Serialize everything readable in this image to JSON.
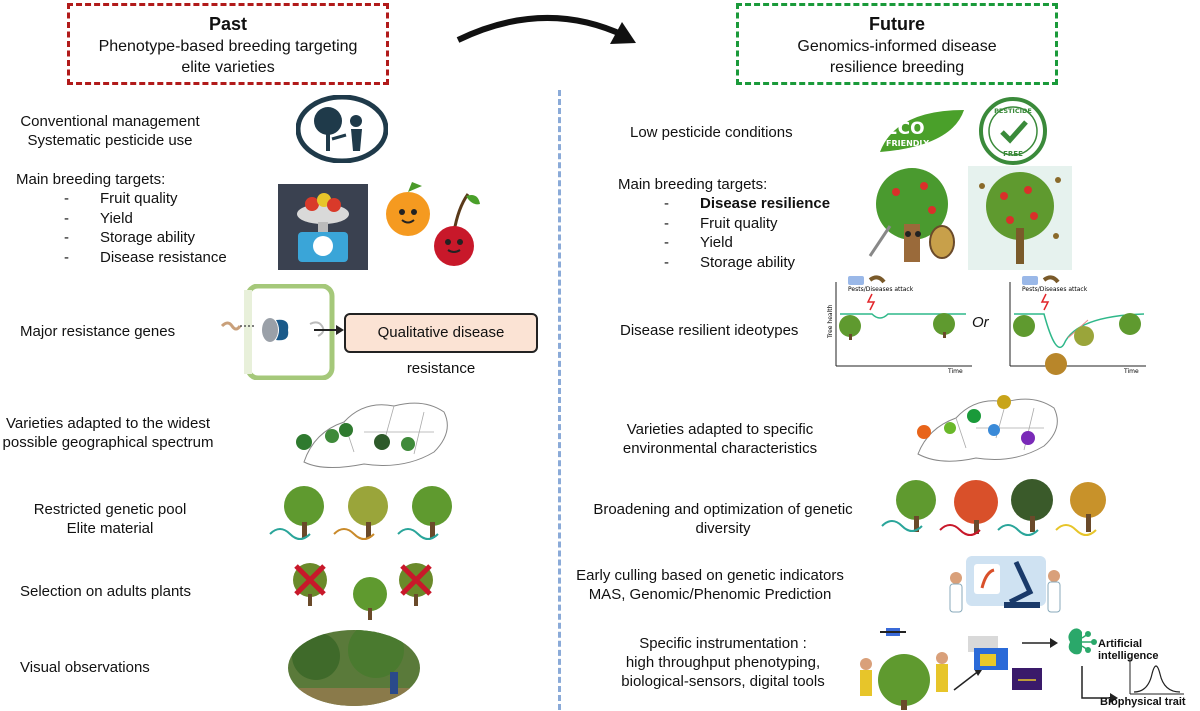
{
  "past": {
    "title": "Past",
    "subtitle": "Phenotype-based breeding targeting elite varieties",
    "rows": {
      "management": [
        "Conventional management",
        "Systematic pesticide use"
      ],
      "targets_heading": "Main breeding targets:",
      "targets": [
        "Fruit quality",
        "Yield",
        "Storage ability",
        "Disease resistance"
      ],
      "genes": "Major resistance genes",
      "qualitative": "Qualitative disease resistance",
      "geography": [
        "Varieties adapted to the widest",
        "possible geographical spectrum"
      ],
      "pool": [
        "Restricted genetic pool",
        "Elite material"
      ],
      "selection": "Selection on adults plants",
      "observation": "Visual observations"
    }
  },
  "future": {
    "title": "Future",
    "subtitle": "Genomics-informed disease resilience breeding",
    "rows": {
      "pesticide": "Low pesticide conditions",
      "eco_badge": [
        "ECO",
        "FRIENDLY"
      ],
      "pesticide_free_badge": [
        "PESTICIDE",
        "FREE"
      ],
      "targets_heading": "Main breeding targets:",
      "targets": [
        "Disease resilience",
        "Fruit quality",
        "Yield",
        "Storage ability"
      ],
      "ideotypes": "Disease resilient ideotypes",
      "pests_label": "Pests/Diseases attack",
      "tree_health": "Tree health",
      "time": "Time",
      "or": "Or",
      "environment": [
        "Varieties adapted to specific",
        "environmental characteristics"
      ],
      "diversity": [
        "Broadening and optimization of  genetic",
        "diversity"
      ],
      "culling": [
        "Early culling based on genetic indicators",
        "MAS, Genomic/Phenomic Prediction"
      ],
      "instrumentation": [
        "Specific instrumentation :",
        "high throughput phenotyping,",
        "biological-sensors, digital tools"
      ],
      "ai": "Artificial intelligence",
      "biophysical": "Biophysical trait"
    }
  },
  "colors": {
    "past_border": "#b11a1a",
    "future_border": "#1a9a3a",
    "divider": "#8aaad8",
    "tree_green": "#5f9a2f",
    "curve": "#2fb88a"
  }
}
